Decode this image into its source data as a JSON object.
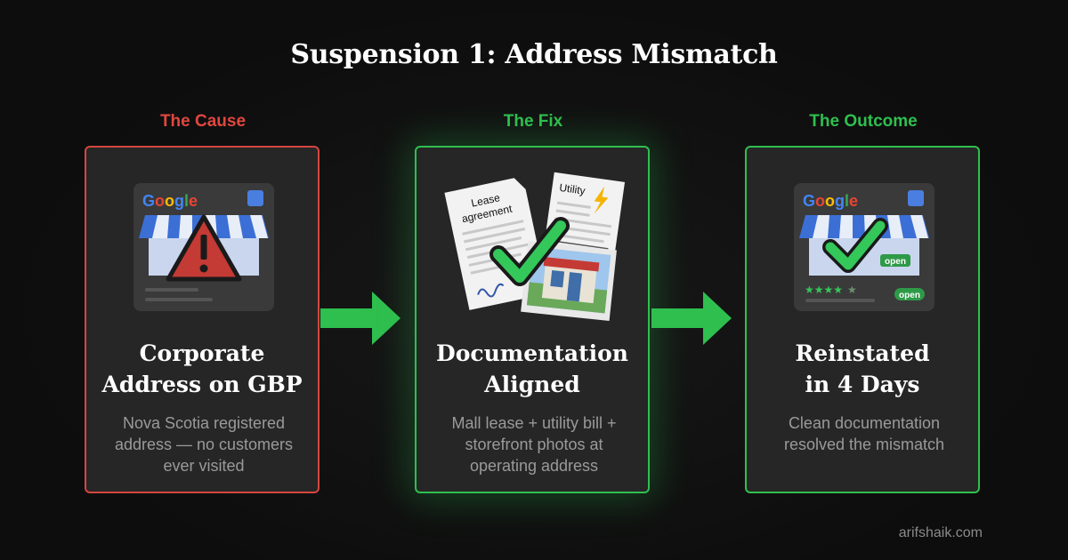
{
  "title": "Suspension 1: Address Mismatch",
  "colors": {
    "cause": "#e0473f",
    "fix": "#2fbf4f",
    "outcome": "#2fbf4f",
    "background": "#0d0d0d",
    "card": "#262626"
  },
  "columns": [
    {
      "label": "The Cause",
      "heading_line1": "Corporate",
      "heading_line2": "Address on GBP",
      "desc_line1": "Nova Scotia registered",
      "desc_line2": "address — no customers",
      "desc_line3": "ever visited",
      "illustration": {
        "brand": "Google",
        "icon": "warning-icon"
      }
    },
    {
      "label": "The Fix",
      "heading_line1": "Documentation",
      "heading_line2": "Aligned",
      "desc_line1": "Mall lease + utility bill +",
      "desc_line2": "storefront photos at",
      "desc_line3": "operating address",
      "illustration": {
        "doc1_line1": "Lease",
        "doc1_line2": "agreement",
        "doc2": "Utility",
        "icon": "checkmark-icon"
      }
    },
    {
      "label": "The Outcome",
      "heading_line1": "Reinstated",
      "heading_line2": "in 4 Days",
      "desc_line1": "Clean documentation",
      "desc_line2": "resolved the mismatch",
      "illustration": {
        "brand": "Google",
        "tag1": "open",
        "tag2": "open",
        "rating_stars": 4.5,
        "icon": "checkmark-icon"
      }
    }
  ],
  "footer": "arifshaik.com"
}
